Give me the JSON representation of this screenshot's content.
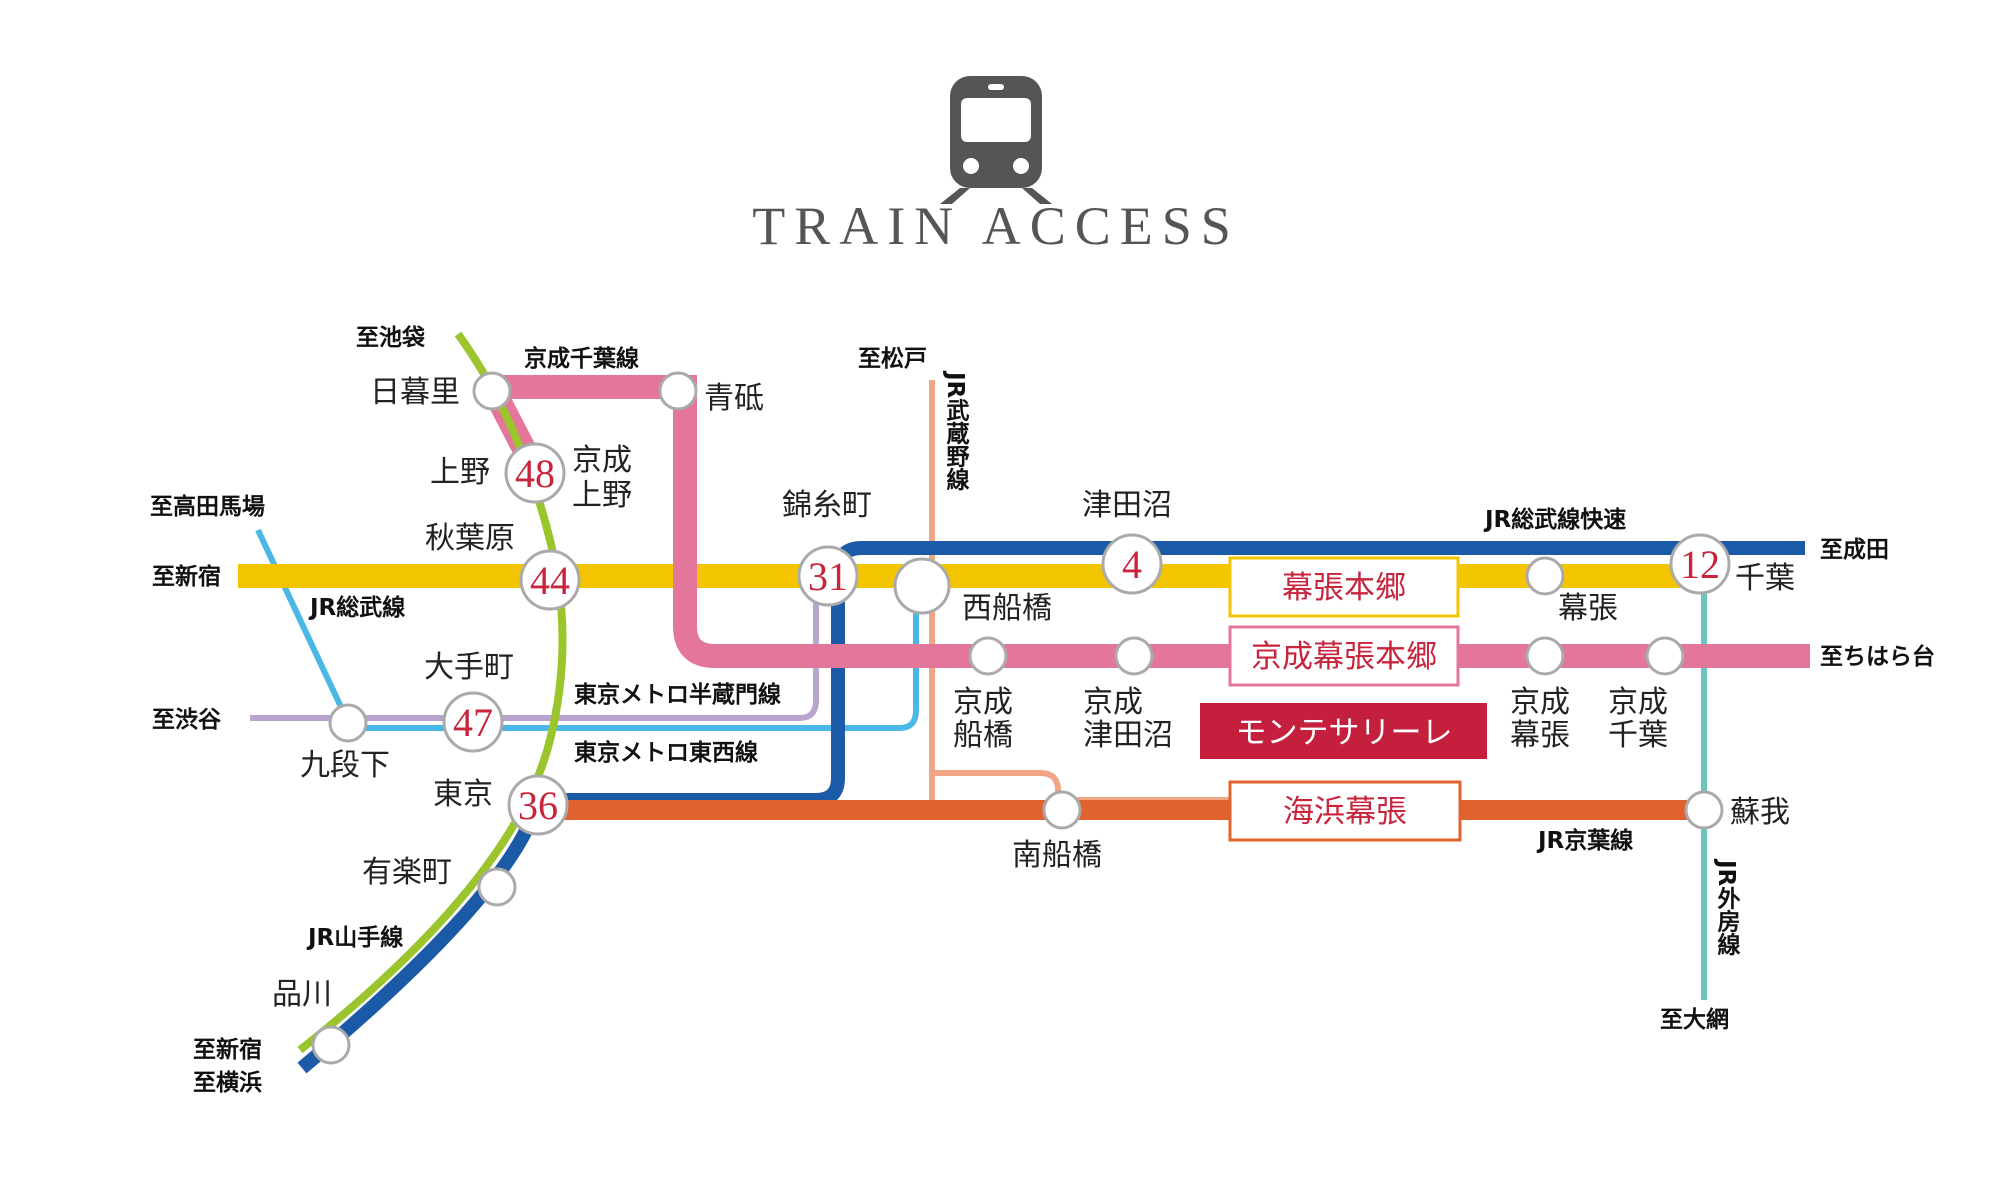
{
  "title": "TRAIN ACCESS",
  "lines": {
    "jr_sobu_label": "JR総武線",
    "jr_sobu_rapid_label": "JR総武線快速",
    "keisei_chiba_label": "京成千葉線",
    "jr_musashino_label": "JR武蔵野線",
    "tokyo_metro_hanzomon_label": "東京メトロ半蔵門線",
    "tokyo_metro_tozai_label": "東京メトロ東西線",
    "jr_keiyo_label": "JR京葉線",
    "jr_yamanote_label": "JR山手線",
    "jr_sotobo_label": "JR外房線"
  },
  "directions": {
    "ikebukuro": "至池袋",
    "takadanobaba": "至高田馬場",
    "shinjuku": "至新宿",
    "shibuya": "至渋谷",
    "shinjuku2": "至新宿",
    "yokohama": "至横浜",
    "matsudo": "至松戸",
    "narita": "至成田",
    "chiharadai": "至ちはら台",
    "oami": "至大網"
  },
  "stations": {
    "nippori": "日暮里",
    "aoto": "青砥",
    "ueno": "上野",
    "keisei_ueno_1": "京成",
    "keisei_ueno_2": "上野",
    "akihabara": "秋葉原",
    "kinshicho": "錦糸町",
    "tsudanuma": "津田沼",
    "nishifunabashi": "西船橋",
    "otemachi": "大手町",
    "kudanshita": "九段下",
    "tokyo": "東京",
    "yurakucho": "有楽町",
    "shinagawa": "品川",
    "keisei_funabashi_1": "京成",
    "keisei_funabashi_2": "船橋",
    "keisei_tsudanuma_1": "京成",
    "keisei_tsudanuma_2": "津田沼",
    "keisei_makuhari_1": "京成",
    "keisei_makuhari_2": "幕張",
    "keisei_chiba_1": "京成",
    "keisei_chiba_2": "千葉",
    "makuhari": "幕張",
    "chiba": "千葉",
    "minamifunabashi": "南船橋",
    "soga": "蘇我"
  },
  "times": {
    "ueno": "48",
    "akihabara": "44",
    "kinshicho": "31",
    "tsudanuma": "4",
    "chiba": "12",
    "otemachi": "47",
    "tokyo": "36"
  },
  "boxes": {
    "makuhari_hongo": "幕張本郷",
    "keisei_makuhari_hongo": "京成幕張本郷",
    "montesaire": "モンテサリーレ",
    "kaihin_makuhari": "海浜幕張"
  },
  "colors": {
    "sobu_yellow": "#f2c500",
    "rapid_blue": "#1b5aa6",
    "keisei_pink": "#e3769a",
    "musashino_salmon": "#f0a585",
    "keiyo_orange": "#e0622f",
    "yamanote_green": "#9ac52c",
    "hanzomon_purple": "#b9a3cf",
    "tozai_sky": "#4ab8e6",
    "sotobo_teal": "#6cc5bc",
    "number_red": "#c8243c",
    "montesaire_bg": "#c41f3d",
    "icon_gray": "#555555"
  },
  "icons": {
    "train": "train-icon"
  }
}
